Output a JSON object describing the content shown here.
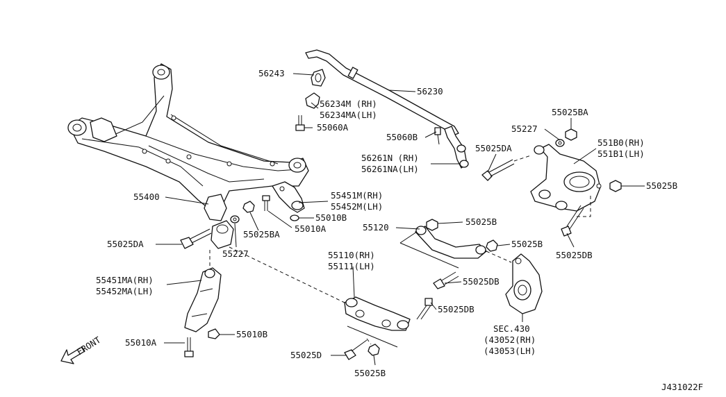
{
  "labels": {
    "stabilizer_bushing": "56243",
    "stabilizer_bar": "56230",
    "stabilizer_clamp": [
      "56234M (RH)",
      "56234MA(LH)"
    ],
    "bolt_55060A": "55060A",
    "bolt_55060B": "55060B",
    "connecting_rod": [
      "56261N (RH)",
      "56261NA(LH)"
    ],
    "nut_55025BA_top": "55025BA",
    "washer_55227_top": "55227",
    "bolt_55025DA_right": "55025DA",
    "upper_link": [
      "551B0(RH)",
      "551B1(LH)"
    ],
    "nut_55025B_right": "55025B",
    "bolt_55025DB_right": "55025DB",
    "member_55400": "55400",
    "mount_bracket": [
      "55451M(RH)",
      "55452M(LH)"
    ],
    "bolt_55010B_center": "55010B",
    "bolt_55010A_center": "55010A",
    "nut_55025BA_center": "55025BA",
    "washer_55227_center": "55227",
    "bolt_55025DA_left": "55025DA",
    "toe_link_55120": "55120",
    "nut_55025B_link_a": "55025B",
    "nut_55025B_link_b": "55025B",
    "lower_link": [
      "55110(RH)",
      "55111(LH)"
    ],
    "bolt_55025DB_mid_a": "55025DB",
    "bolt_55025DB_mid_b": "55025DB",
    "knuckle": [
      "SEC.430",
      "(43052(RH)",
      "(43053(LH)"
    ],
    "lower_bracket": [
      "55451MA(RH)",
      "55452MA(LH)"
    ],
    "bolt_55010A_bottom": "55010A",
    "bolt_55010B_bottom": "55010B",
    "bolt_55025D_bottom": "55025D",
    "nut_55025B_bottom": "55025B",
    "front_arrow": "FRONT",
    "drawing_number": "J431022F"
  }
}
